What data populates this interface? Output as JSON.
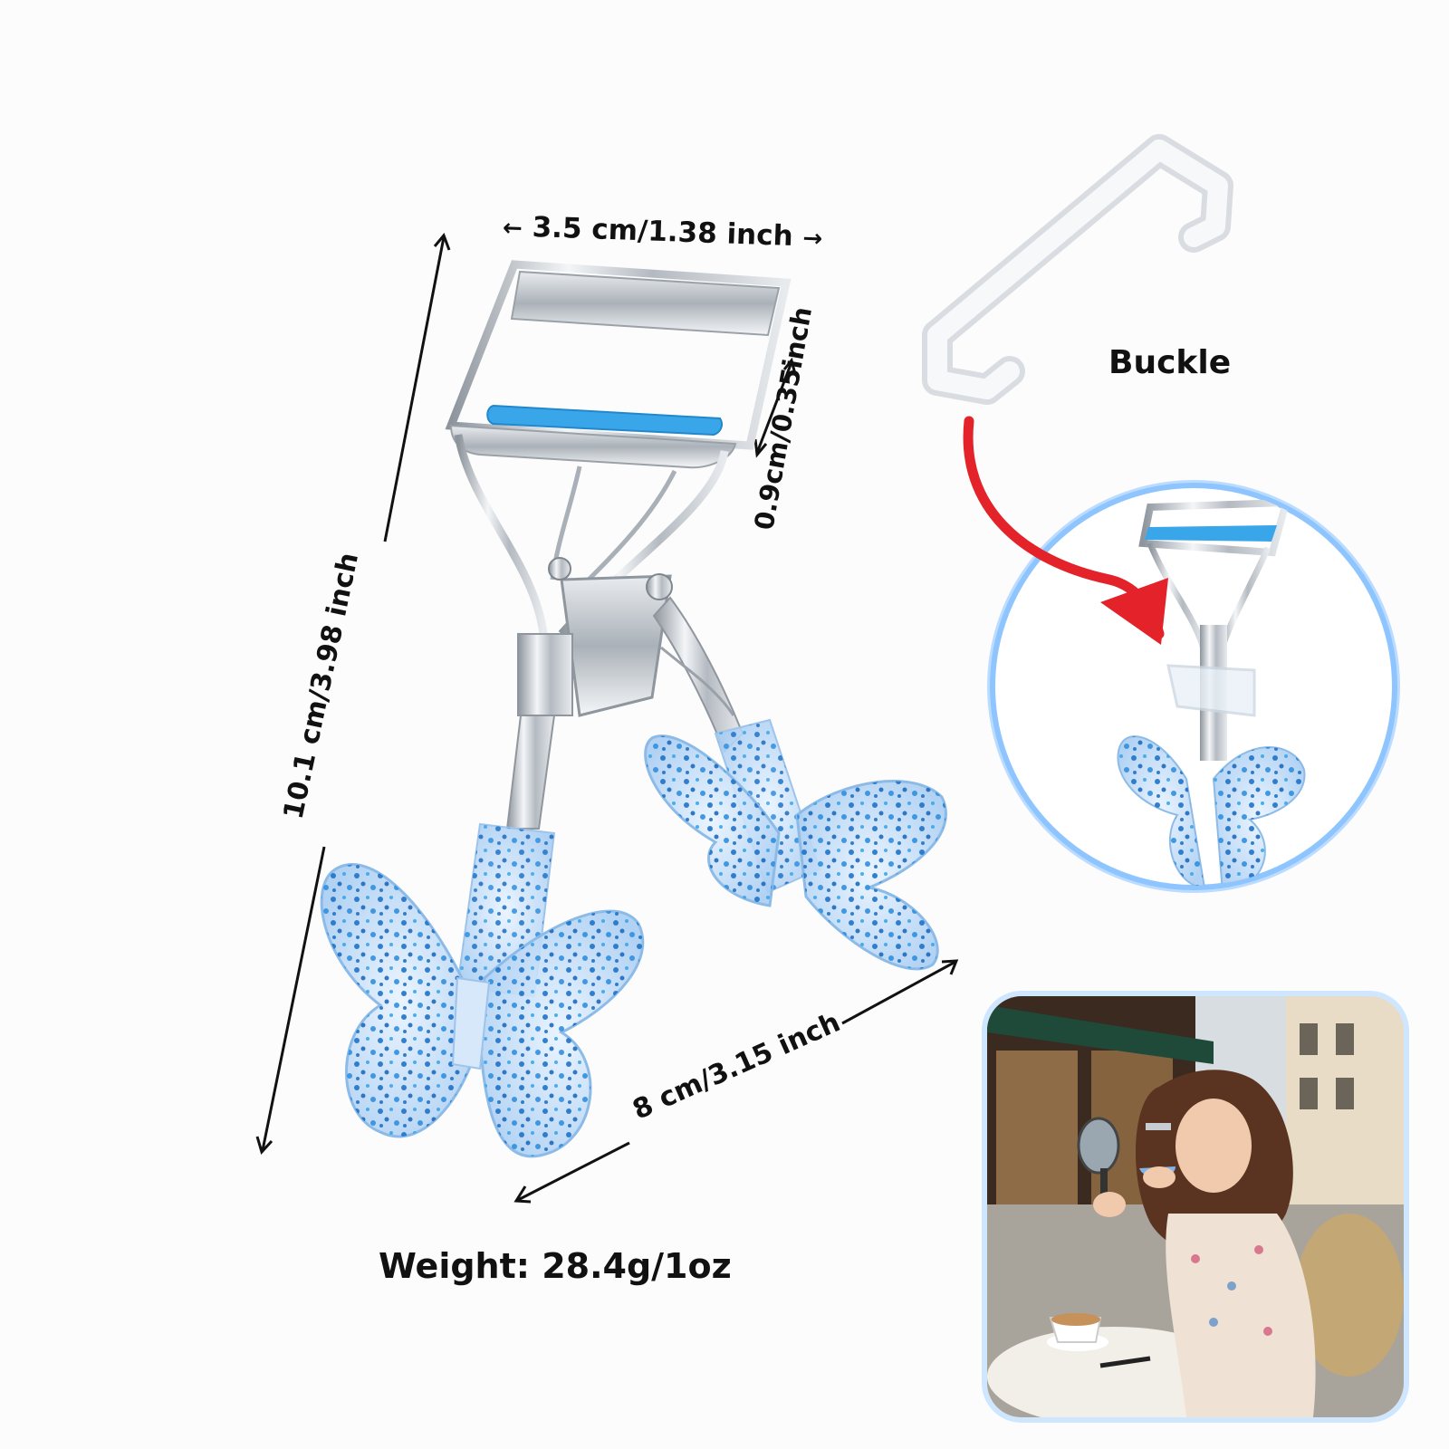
{
  "dimensions": {
    "width": "3.5 cm/1.38 inch",
    "height": "10.1 cm/3.98 inch",
    "pad": "0.9cm/0.35inch",
    "length": "8 cm/3.15 inch"
  },
  "arrows": {
    "left": "←",
    "right": "→"
  },
  "buckle": {
    "label": "Buckle"
  },
  "weight": {
    "label": "Weight: 28.4g/1oz"
  },
  "colors": {
    "accent_blue": "#3aa6ea",
    "glitter_blue": "#1e73c8",
    "chrome": "#c8cdd3",
    "red_arrow": "#e3222a",
    "glow_blue": "#8ec5ff"
  }
}
